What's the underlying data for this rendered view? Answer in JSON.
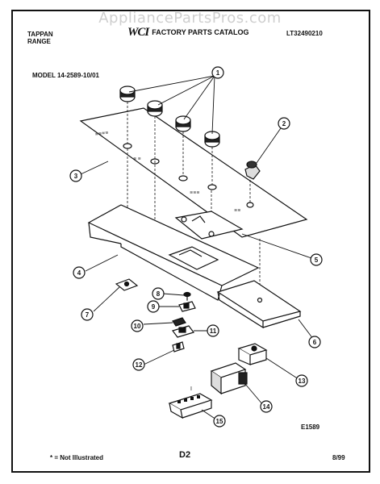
{
  "watermark": "AppliancePartsPros.com",
  "header": {
    "brand_line1": "TAPPAN",
    "brand_line2": "RANGE",
    "logo_text": "WCI",
    "catalog_title": "FACTORY PARTS CATALOG",
    "publication_number": "LT32490210"
  },
  "model": "MODEL 14-2589-10/01",
  "drawing_code": "E1589",
  "footer": {
    "footnote": "* = Not Illustrated",
    "page": "D2",
    "date": "8/99"
  },
  "callouts": [
    {
      "num": "1"
    },
    {
      "num": "2"
    },
    {
      "num": "3"
    },
    {
      "num": "4"
    },
    {
      "num": "5"
    },
    {
      "num": "6"
    },
    {
      "num": "7"
    },
    {
      "num": "8"
    },
    {
      "num": "9"
    },
    {
      "num": "10"
    },
    {
      "num": "11"
    },
    {
      "num": "12"
    },
    {
      "num": "13"
    },
    {
      "num": "14"
    },
    {
      "num": "15"
    }
  ]
}
